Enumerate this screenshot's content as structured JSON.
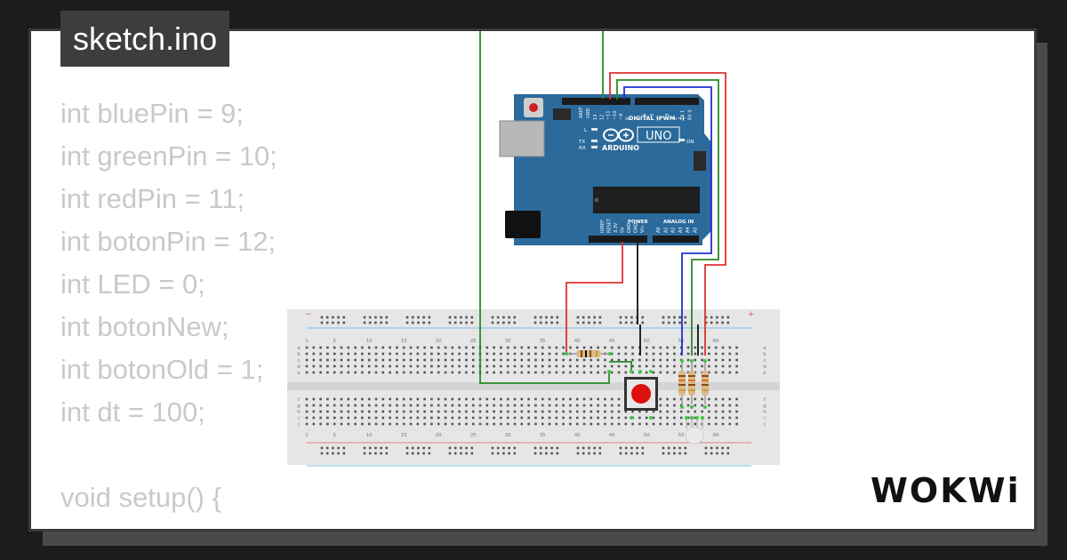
{
  "title": "sketch.ino",
  "code_lines": [
    "int bluePin = 9;",
    "int greenPin = 10;",
    "int redPin = 11;",
    "int botonPin = 12;",
    "int LED = 0;",
    "int botonNew;",
    "int botonOld = 1;",
    "int dt = 100;",
    "",
    "void setup() {"
  ],
  "brand": "WOKWi",
  "arduino": {
    "brand": "ARDUINO",
    "model": "UNO",
    "digital_label": "DIGITAL (PWM ~)",
    "power_label": "POWER",
    "analog_label": "ANALOG IN",
    "led_labels": [
      "L",
      "TX",
      "RX"
    ],
    "on_label": "ON",
    "aref_label": "AREF",
    "gnd_label": "GND",
    "digital_pins": [
      "13",
      "12",
      "~11",
      "~10",
      "~9",
      "8",
      "7",
      "~6",
      "~5",
      "4",
      "~3",
      "2",
      "TX 1",
      "RX 0"
    ],
    "power_pins": [
      "IOREF",
      "RESET",
      "3.3V",
      "5V",
      "GND",
      "GND",
      "Vin"
    ],
    "analog_pins": [
      "A0",
      "A1",
      "A2",
      "A3",
      "A4",
      "A5"
    ]
  },
  "breadboard": {
    "column_numbers": [
      "1",
      "5",
      "10",
      "15",
      "20",
      "25",
      "30",
      "35",
      "40",
      "45",
      "50",
      "55",
      "60"
    ],
    "row_letters_top": [
      "a",
      "b",
      "c",
      "d",
      "e"
    ],
    "row_letters_bottom": [
      "f",
      "g",
      "h",
      "i",
      "j"
    ]
  },
  "colors": {
    "background": "#1c1c1c",
    "card": "#ffffff",
    "title_bg": "#3d3d3d",
    "code_text": "#c9c9c9",
    "board": "#2b6a9b",
    "wire_red": "#e03030",
    "wire_green": "#2a8a2a",
    "wire_blue": "#2030d0",
    "wire_black": "#111111",
    "button_red": "#dd1010"
  },
  "icons": [
    "arduino-infinity-logo-icon",
    "push-button-icon",
    "resistor-icon",
    "rgb-led-icon"
  ]
}
